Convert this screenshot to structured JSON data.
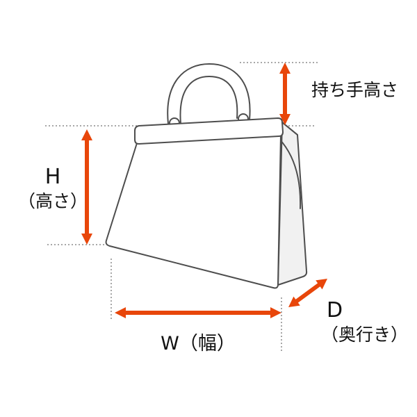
{
  "diagram": {
    "accent_color": "#e8460a",
    "line_color": "#4d4d4d",
    "labels": {
      "handle_height": "持ち手高さ",
      "height_main": "H",
      "height_sub": "（高さ）",
      "width": "W（幅）",
      "depth_main": "D",
      "depth_sub": "（奥行き）"
    }
  }
}
